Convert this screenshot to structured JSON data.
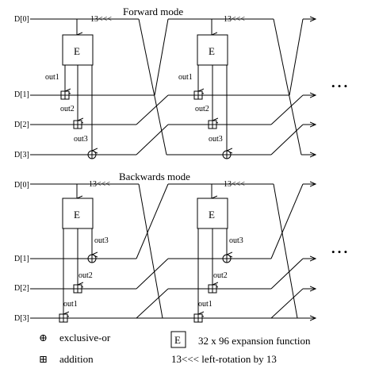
{
  "titles": {
    "forward": "Forward mode",
    "backward": "Backwards mode"
  },
  "inputs": [
    "D[0]",
    "D[1]",
    "D[2]",
    "D[3]"
  ],
  "box_label": "E",
  "rotation_label": "13<<<",
  "outputs": {
    "out1": "out1",
    "out2": "out2",
    "out3": "out3"
  },
  "ellipsis": "• • •",
  "legend": {
    "xor_symbol": "⊕",
    "xor_label": "exclusive-or",
    "add_symbol": "⊞",
    "add_label": "addition",
    "e_symbol": "E",
    "e_label": "32 x 96 expansion function",
    "rot_label": "13<<< left-rotation by 13"
  }
}
